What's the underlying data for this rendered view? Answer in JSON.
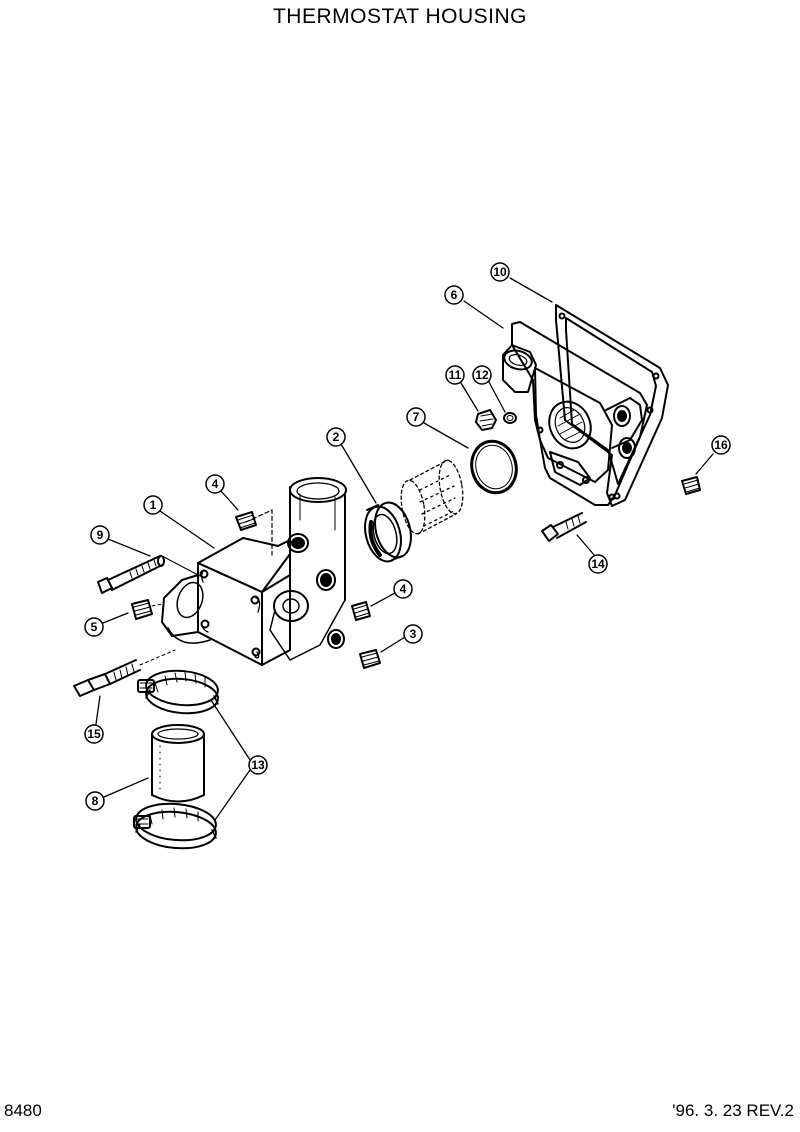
{
  "header": {
    "title": "THERMOSTAT HOUSING"
  },
  "footer": {
    "page_code": "8480",
    "revision": "'96. 3. 23 REV.2"
  },
  "callouts": [
    "1",
    "2",
    "3",
    "4",
    "4",
    "5",
    "6",
    "7",
    "8",
    "9",
    "10",
    "11",
    "12",
    "13",
    "14",
    "15",
    "16"
  ]
}
